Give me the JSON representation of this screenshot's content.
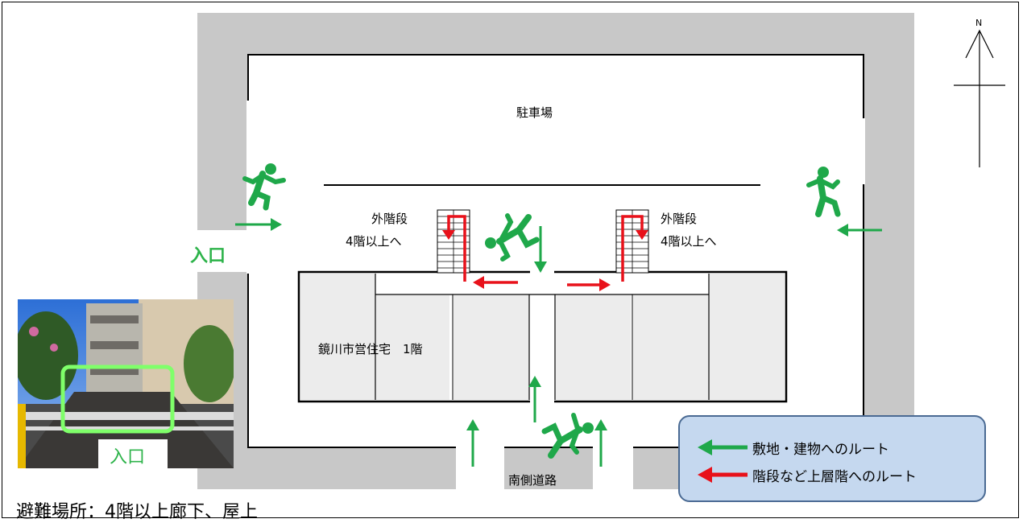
{
  "map": {
    "parking_label": "駐車場",
    "building_label": "鏡川市営住宅　1階",
    "stairs_left_line1": "外階段",
    "stairs_left_line2": "4階以上へ",
    "stairs_right_line1": "外階段",
    "stairs_right_line2": "4階以上へ",
    "road_label": "南側道路",
    "entrance_label": "入口",
    "north_label": "N"
  },
  "photo": {
    "entrance_label": "入口"
  },
  "legend": {
    "green_route": "敷地・建物へのルート",
    "red_route": "階段など上層階へのルート"
  },
  "caption": "避難場所：4階以上廊下、屋上",
  "colors": {
    "site_route": "#1fa84a",
    "upper_route": "#e8111a",
    "grounds": "#c8c8c8",
    "building": "#ececec",
    "legend_bg": "#c5d8ef"
  }
}
